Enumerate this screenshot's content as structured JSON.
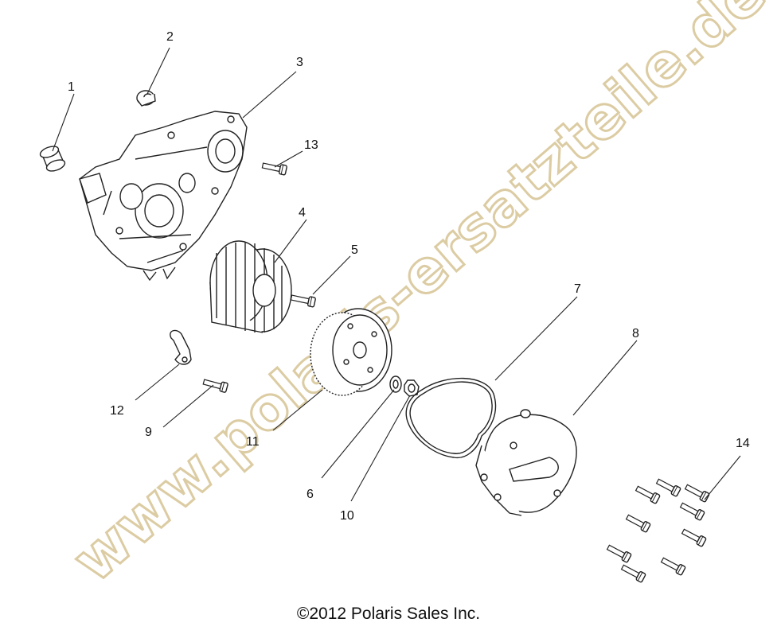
{
  "watermark": "www.polaris-ersatzteile.de",
  "copyright": "©2012 Polaris Sales Inc.",
  "callouts": [
    "1",
    "2",
    "3",
    "4",
    "5",
    "6",
    "7",
    "8",
    "9",
    "10",
    "11",
    "12",
    "13",
    "14"
  ],
  "icons": {
    "part-1": "seal-ring-icon",
    "part-2": "bearing-icon",
    "part-3": "crankcase-housing-icon",
    "part-4": "stator-icon",
    "part-5": "bolt-icon",
    "part-6": "washer-icon",
    "part-7": "gasket-icon",
    "part-8": "stator-cover-icon",
    "part-9": "bolt-icon",
    "part-10": "nut-icon",
    "part-11": "flywheel-icon",
    "part-12": "wire-clamp-icon",
    "part-13": "bolt-icon",
    "part-14": "bolt-icon"
  },
  "colors": {
    "line": "#222222",
    "watermark": "#d9c79a"
  }
}
